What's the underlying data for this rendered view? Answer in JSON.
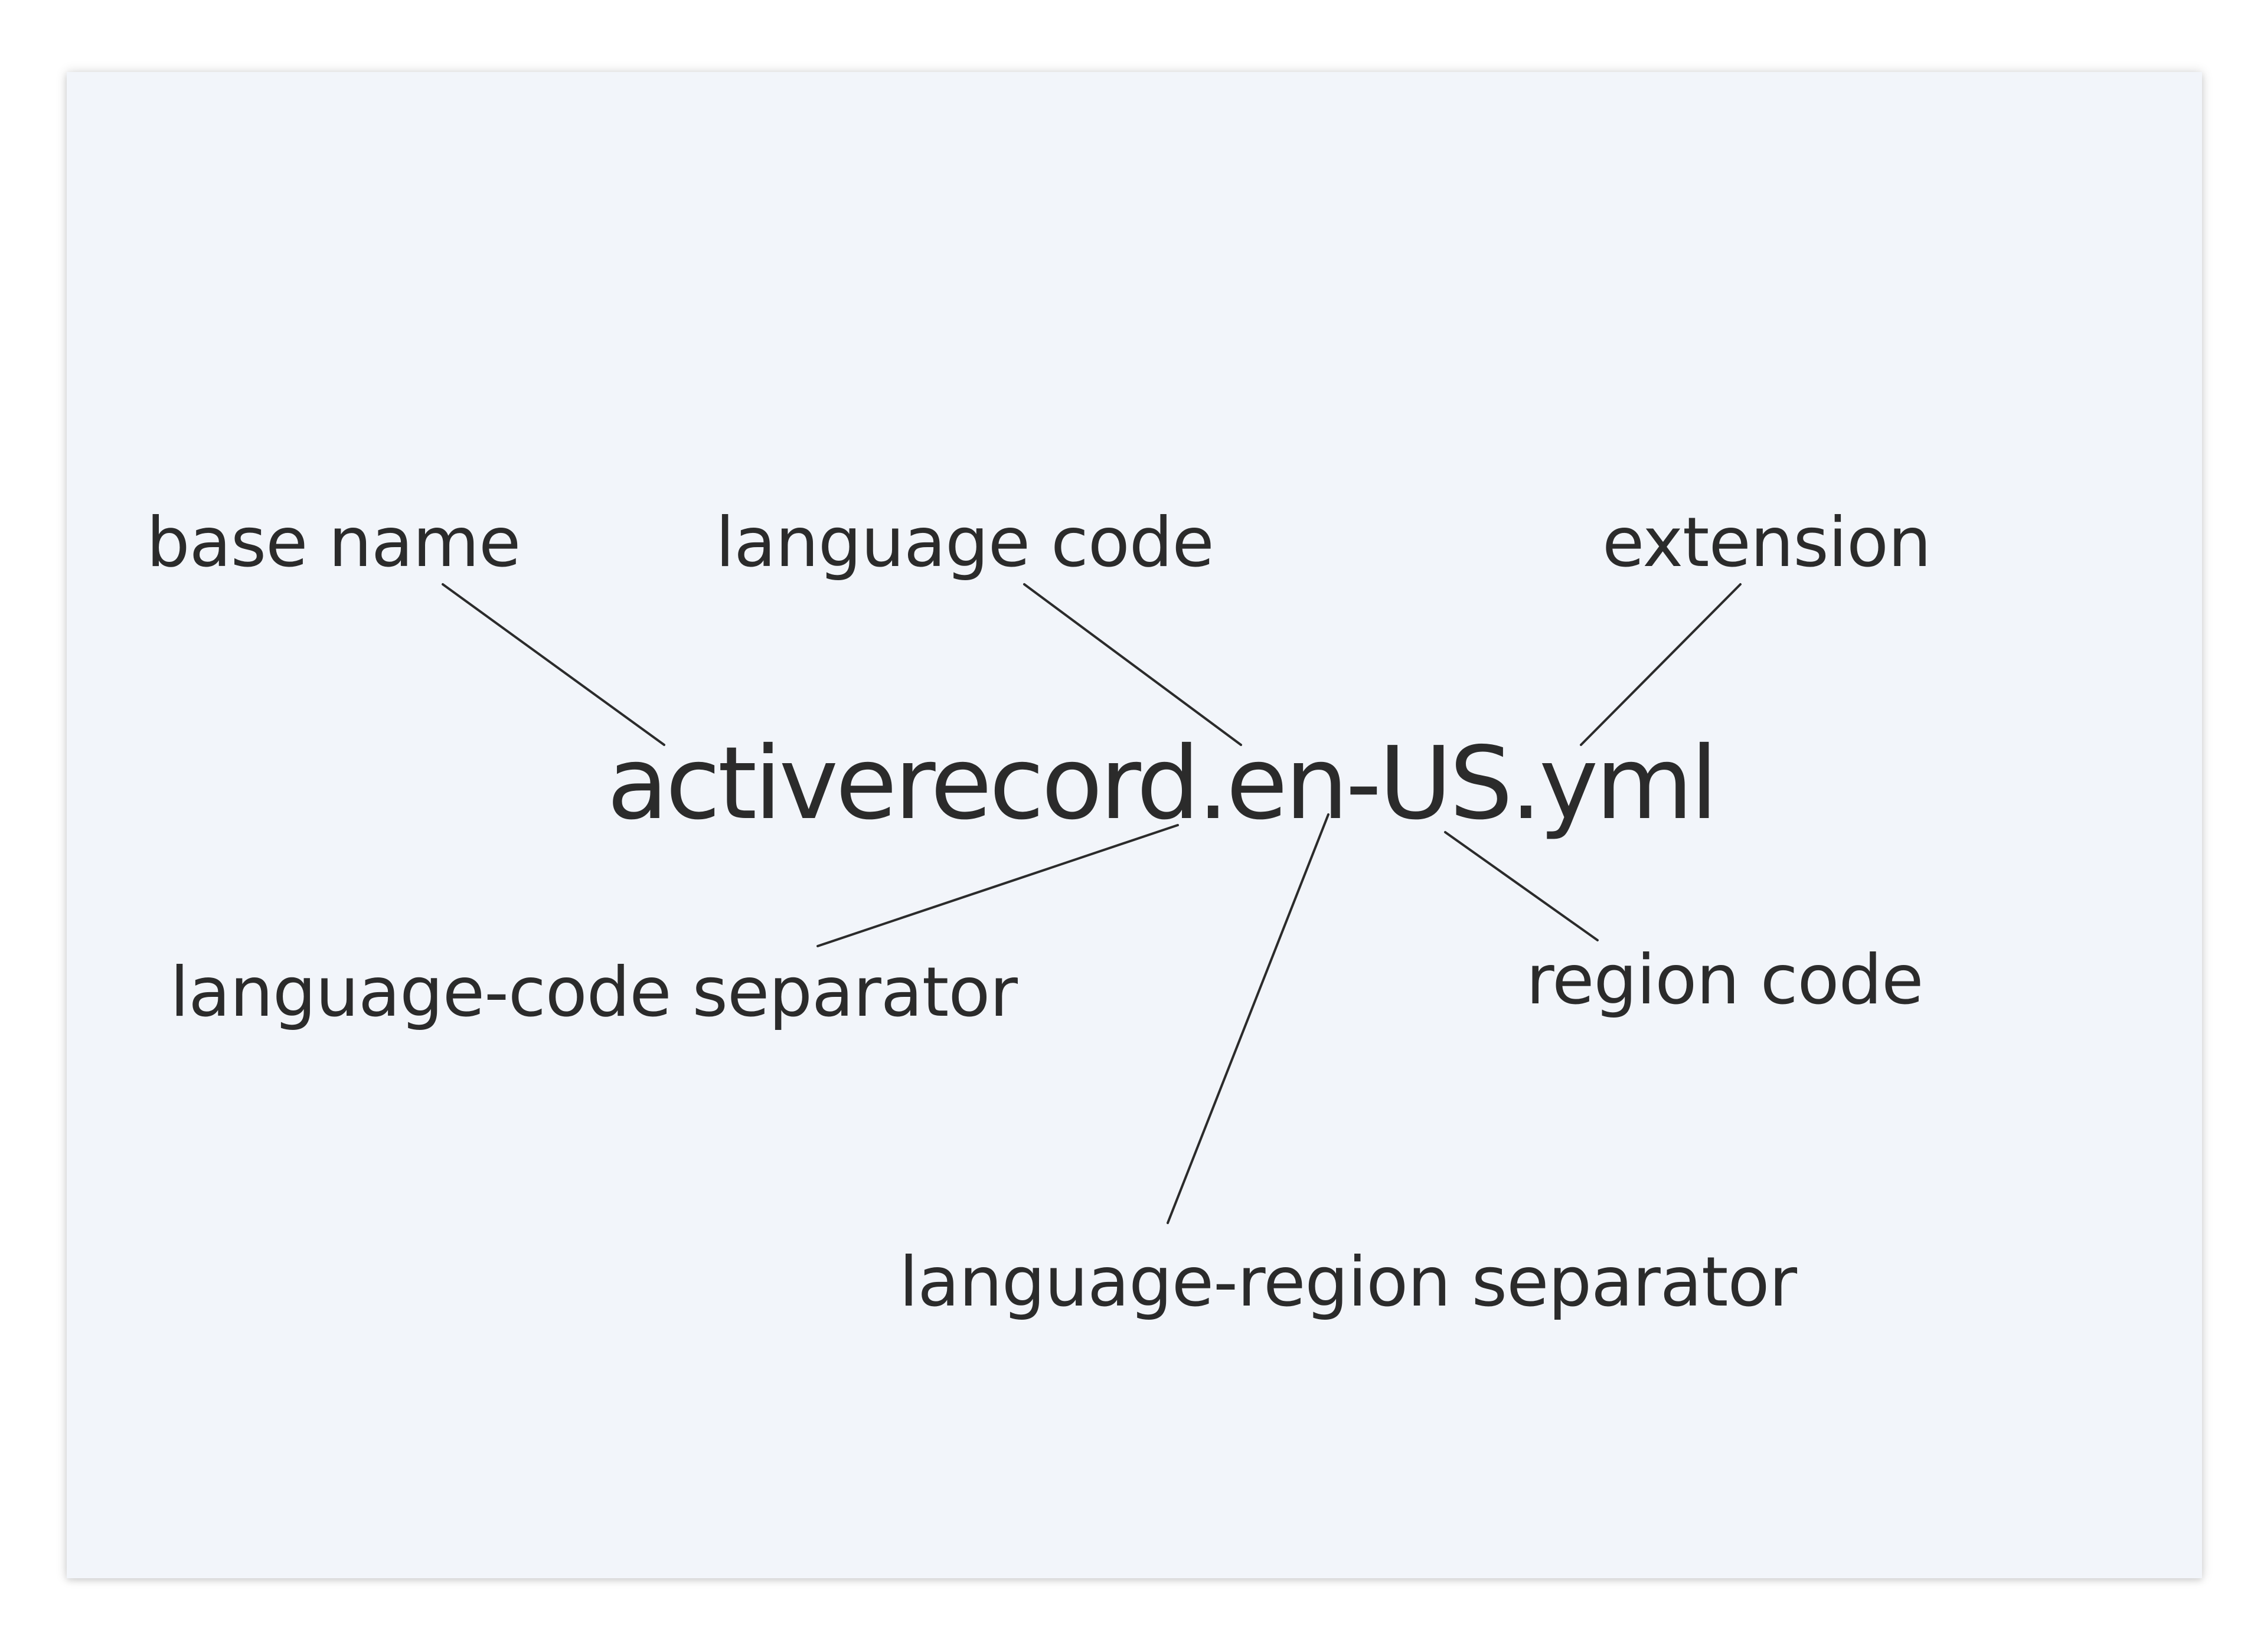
{
  "diagram": {
    "filename": "activerecord.en-US.yml",
    "labels": {
      "base_name": "base name",
      "language_code": "language code",
      "extension": "extension",
      "language_code_separator": "language-code separator",
      "region_code": "region code",
      "language_region_separator": "language-region separator"
    },
    "colors": {
      "background": "#f2f5fa",
      "text": "#2b2b2b"
    }
  }
}
